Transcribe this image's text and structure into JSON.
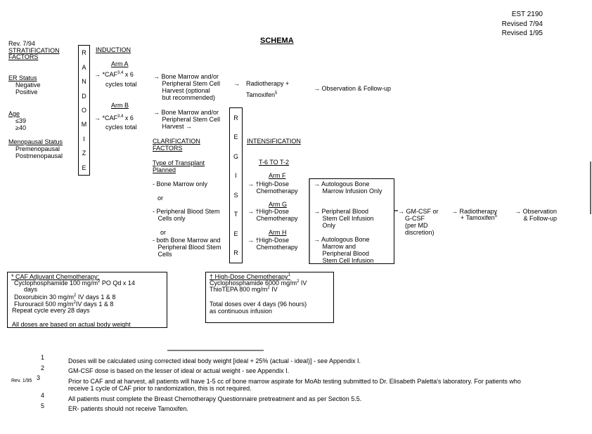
{
  "header": {
    "protocol": "EST 2190",
    "revised1": "Revised 7/94",
    "revised2": "Revised 1/95"
  },
  "title": "SCHEMA",
  "rev_note": "Rev. 7/94",
  "stratification": {
    "title1": "STRATIFICATION",
    "title2": "FACTORS",
    "er_label": "ER Status",
    "er_opts": [
      "Negative",
      "Positive"
    ],
    "age_label": "Age",
    "age_opts": [
      "≤39",
      "≥40"
    ],
    "meno_label": "Menopausal Status",
    "meno_opts": [
      "Premenopausal",
      "Postmenopausal"
    ]
  },
  "randomize_letters": [
    "R",
    "A",
    "N",
    "D",
    "O",
    "M",
    "I",
    "Z",
    "E"
  ],
  "register_letters": [
    "R",
    "E",
    "G",
    "I",
    "S",
    "T",
    "E",
    "R"
  ],
  "induction": {
    "title": "INDUCTION",
    "armA": "Arm A",
    "armA_regimen1": "*CAF",
    "armA_sup": "3,4",
    "armA_regimen2": " x 6",
    "armA_regimen3": "cycles total",
    "armA_bm": "→ Bone Marrow and/or\n     Peripheral Stem Cell\n     Harvest (optional\n     but recommended)",
    "armA_radio1": "Radiotherapy +",
    "armA_radio2": "Tamoxifen",
    "armA_radio_sup": "5",
    "armA_obs": "→ Observation & Follow-up",
    "armB": "Arm B",
    "armB_regimen1": "*CAF",
    "armB_sup": "3,4",
    "armB_regimen2": " x 6",
    "armB_regimen3": "cycles total",
    "armB_bm": "→ Bone Marrow and/or\n     Peripheral Stem Cell\n     Harvest →"
  },
  "clarification": {
    "title1": "CLARIFICATION",
    "title2": "FACTORS",
    "type1": "Type of Transplant",
    "type2": "Planned",
    "opt1": "- Bone Marrow only",
    "or1": "or",
    "opt2": "- Peripheral Blood Stem\n   Cells only",
    "or2": "or",
    "opt3": "- both Bone Marrow and\n   Peripheral Blood Stem\n   Cells"
  },
  "intensification": {
    "title": "INTENSIFICATION",
    "timing": "T-6 TO T-2",
    "armF": "Arm F",
    "armG": "Arm G",
    "armH": "Arm H",
    "hd": "→ †High-Dose\n     Chemotherapy",
    "armF_out": "→ Autologous Bone\n     Marrow Infusion Only",
    "armG_out": "→ Peripheral Blood\n     Stem Cell Infusion\n     Only",
    "armH_out": "→ Autologous Bone\n     Marrow and\n     Peripheral Blood\n     Stem Cell Infusion",
    "gmcsf": "→ GM-CSF or\n    G-CSF\n    (per MD\n    discretion)",
    "radio1": "→ Radiotherapy",
    "radio2": "+  Tamoxifen",
    "radio_sup": "5",
    "obs": "→ Observation\n     & Follow-up"
  },
  "caf_box": {
    "title": "* CAF Adjuvant Chemotherapy:",
    "l1a": "Cyclophosphamide 100 mg/m",
    "l1sup": "2",
    "l1b": " PO Qd x 14",
    "l2": "days",
    "l3a": "Doxorubicin 30 mg/m",
    "l3sup": "2",
    "l3b": " IV days 1 & 8",
    "l4a": "Flurouracil 500 mg/m",
    "l4sup": "2",
    "l4b": "IV days 1 & 8",
    "l5": "Repeat cycle every 28 days",
    "l6": "All doses are based on actual body weight"
  },
  "hd_box": {
    "title": "† High-Dose Chemotherapy",
    "title_sup": "1",
    "l1a": "Cyclophosphamide 6000 mg/m",
    "l1sup": "2",
    "l1b": " IV",
    "l2a": "ThioTEPA 800 mg/m",
    "l2sup": "2",
    "l2b": " IV",
    "l3": "Total doses over 4 days (96 hours)",
    "l4": "as continuous infusion"
  },
  "footnotes": [
    {
      "num": "1",
      "text": "Doses will be calculated using corrected ideal body weight [ideal + 25% (actual - ideal)] - see Appendix I."
    },
    {
      "num": "2",
      "text": "GM-CSF dose is based on the lesser of ideal or actual weight - see Appendix I."
    },
    {
      "num": "3",
      "rev": "Rev. 1/95",
      "text": "Prior to CAF and at harvest, all patients will have 1-5 cc of bone marrow aspirate for MoAb testing submitted to Dr. Elisabeth Paletta's laboratory.  For patients who",
      "text2": "receive 1 cycle of CAF prior to randomization, this is not required."
    },
    {
      "num": "4",
      "text": "All patients must complete the Breast Chemotherapy Questionnaire pretreatment and as per Section 5.5."
    },
    {
      "num": "5",
      "text": "ER- patients should not receive Tamoxifen."
    }
  ]
}
